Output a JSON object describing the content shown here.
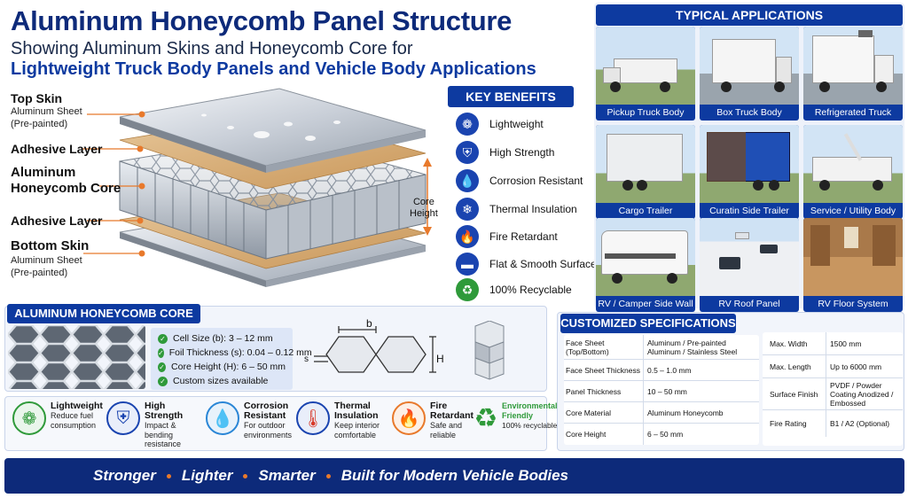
{
  "header": {
    "title": "Aluminum Honeycomb Panel Structure",
    "subtitle_line1": "Showing Aluminum Skins and Honeycomb Core for",
    "subtitle_line2": "Lightweight Truck Body Panels and Vehicle Body Applications"
  },
  "layers": {
    "top_skin": "Top Skin",
    "top_skin_sub1": "Aluminum Sheet",
    "top_skin_sub2": "(Pre-painted)",
    "adhesive_top": "Adhesive Layer",
    "core_line1": "Aluminum",
    "core_line2": "Honeycomb Core",
    "adhesive_bottom": "Adhesive Layer",
    "bottom_skin": "Bottom Skin",
    "bottom_skin_sub1": "Aluminum Sheet",
    "bottom_skin_sub2": "(Pre-painted)",
    "core_height_line1": "Core",
    "core_height_line2": "Height"
  },
  "key_benefits": {
    "title": "KEY BENEFITS",
    "items": [
      {
        "label": "Lightweight",
        "icon": "feather-icon"
      },
      {
        "label": "High Strength",
        "icon": "shield-icon"
      },
      {
        "label": "Corrosion Resistant",
        "icon": "droplet-icon"
      },
      {
        "label": "Thermal Insulation",
        "icon": "snowflake-icon"
      },
      {
        "label": "Fire Retardant",
        "icon": "flame-icon"
      },
      {
        "label": "Flat & Smooth Surface",
        "icon": "surface-icon"
      },
      {
        "label": "100% Recyclable",
        "icon": "recycle-icon"
      }
    ]
  },
  "applications": {
    "title": "TYPICAL APPLICATIONS",
    "items": [
      "Pickup Truck Body",
      "Box Truck Body",
      "Refrigerated Truck",
      "Cargo Trailer",
      "Curatin Side Trailer",
      "Service / Utility Body",
      "RV / Camper Side Wall",
      "RV Roof Panel",
      "RV Floor System"
    ]
  },
  "core": {
    "title": "ALUMINUM HONEYCOMB CORE",
    "specs": [
      "Cell Size (b): 3 – 12 mm",
      "Foil Thickness (s): 0.04 – 0.12 mm",
      "Core Height (H): 6 – 50 mm",
      "Custom sizes available"
    ],
    "dim_b": "b",
    "dim_s": "s",
    "dim_h": "H"
  },
  "strip": [
    {
      "title": "Lightweight",
      "sub1": "Reduce fuel",
      "sub2": "consumption",
      "sub3": "",
      "icon": "feather-icon"
    },
    {
      "title": "High Strength",
      "sub1": "Impact &",
      "sub2": "bending",
      "sub3": "resistance",
      "icon": "shield-icon"
    },
    {
      "title": "Corrosion",
      "title2": "Resistant",
      "sub1": "For outdoor",
      "sub2": "environments",
      "sub3": "",
      "icon": "droplet-icon"
    },
    {
      "title": "Thermal",
      "title2": "Insulation",
      "sub1": "Keep interior",
      "sub2": "comfortable",
      "sub3": "",
      "icon": "thermometer-icon"
    },
    {
      "title": "Fire",
      "title2": "Retardant",
      "sub1": "Safe and",
      "sub2": "reliable",
      "sub3": "",
      "icon": "flame-icon"
    },
    {
      "title": "Environmentally",
      "title2": "Friendly",
      "sub1": "100% recyclable",
      "sub2": "",
      "sub3": "",
      "icon": "recycle-icon"
    }
  ],
  "specs": {
    "title": "CUSTOMIZED SPECIFICATIONS",
    "left": [
      {
        "k": "Face Sheet (Top/Bottom)",
        "v": "Aluminum / Pre-painted Aluminum / Stainless Steel"
      },
      {
        "k": "Face Sheet Thickness",
        "v": "0.5 – 1.0 mm"
      },
      {
        "k": "Panel Thickness",
        "v": "10 – 50 mm"
      },
      {
        "k": "Core Material",
        "v": "Aluminum Honeycomb"
      },
      {
        "k": "Core Height",
        "v": "6 – 50 mm"
      }
    ],
    "right": [
      {
        "k": "Max. Width",
        "v": "1500 mm"
      },
      {
        "k": "Max. Length",
        "v": "Up to 6000 mm"
      },
      {
        "k": "Surface Finish",
        "v": "PVDF / Powder Coating Anodized / Embossed"
      },
      {
        "k": "Fire Rating",
        "v": "B1 / A2 (Optional)"
      }
    ]
  },
  "footer": {
    "w1": "Stronger",
    "w2": "Lighter",
    "w3": "Smarter",
    "w4": "Built for Modern Vehicle Bodies"
  },
  "colors": {
    "brand_blue": "#0d3aa0",
    "navy": "#0d2a7a",
    "accent_orange": "#e8792b",
    "green": "#2f9a3a"
  }
}
